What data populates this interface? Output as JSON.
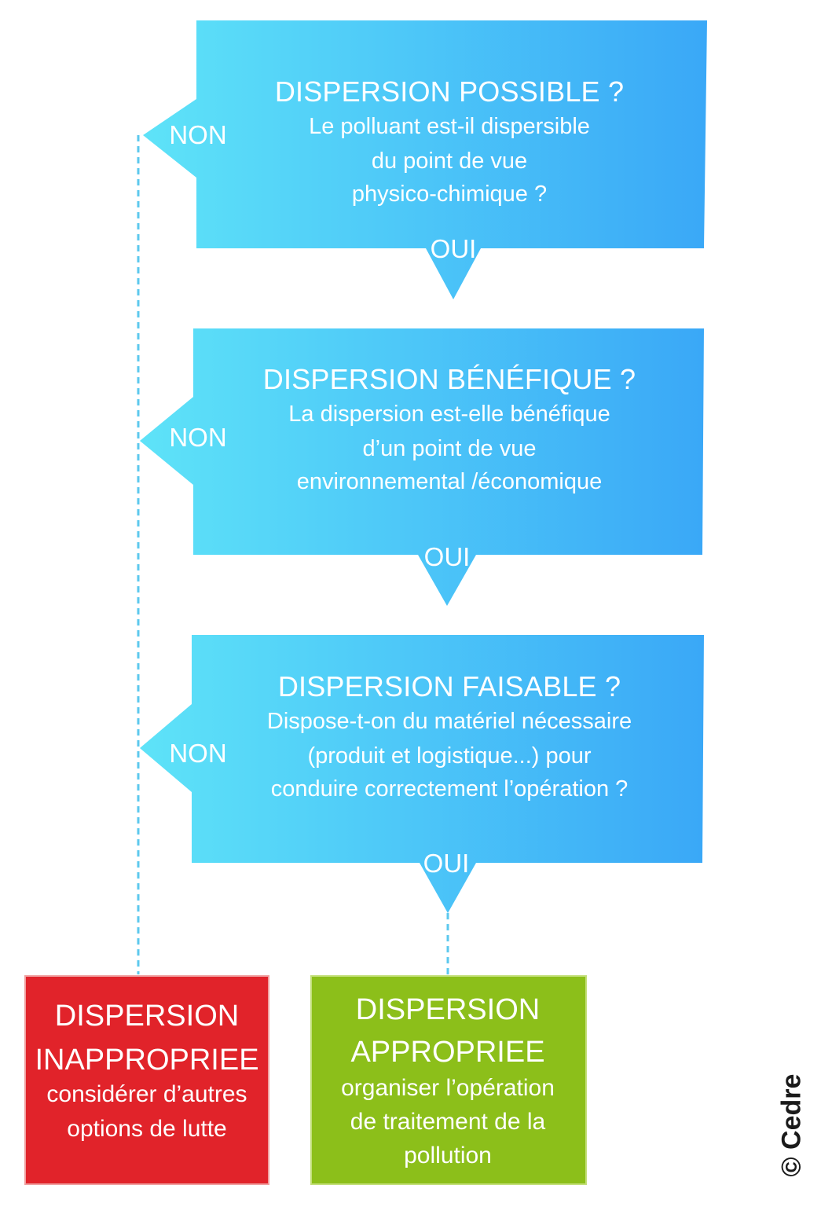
{
  "colors": {
    "gradient_light": "#5ee3f8",
    "gradient_dark": "#3aa8f7",
    "connector": "#5cc8ee",
    "inappropriate_fill": "#e1232a",
    "inappropriate_border": "#f0a0a0",
    "appropriate_fill": "#8cbf1a",
    "appropriate_border": "#c3df7a",
    "text": "#ffffff",
    "credit_text": "#1a1a1a"
  },
  "steps": [
    {
      "title": "DISPERSION POSSIBLE ?",
      "lines": [
        "Le polluant est-il dispersible",
        "du point de vue",
        "physico-chimique ?"
      ],
      "no_label": "NON",
      "yes_label": "OUI"
    },
    {
      "title": "DISPERSION BÉNÉFIQUE ?",
      "lines": [
        "La dispersion est-elle bénéfique",
        "d’un point de vue",
        "environnemental /économique"
      ],
      "no_label": "NON",
      "yes_label": "OUI"
    },
    {
      "title": "DISPERSION FAISABLE ?",
      "lines": [
        "Dispose-t-on du matériel nécessaire",
        "(produit et logistique...) pour",
        "conduire correctement l’opération ?"
      ],
      "no_label": "NON",
      "yes_label": "OUI"
    }
  ],
  "outcomes": {
    "inappropriate": {
      "title_lines": [
        "DISPERSION",
        "INAPPROPRIEE"
      ],
      "lines": [
        "considérer d’autres",
        "options de lutte"
      ]
    },
    "appropriate": {
      "title_lines": [
        "DISPERSION",
        "APPROPRIEE"
      ],
      "lines": [
        "organiser l’opération",
        "de traitement de la",
        "pollution"
      ]
    }
  },
  "credit": "© Cedre"
}
